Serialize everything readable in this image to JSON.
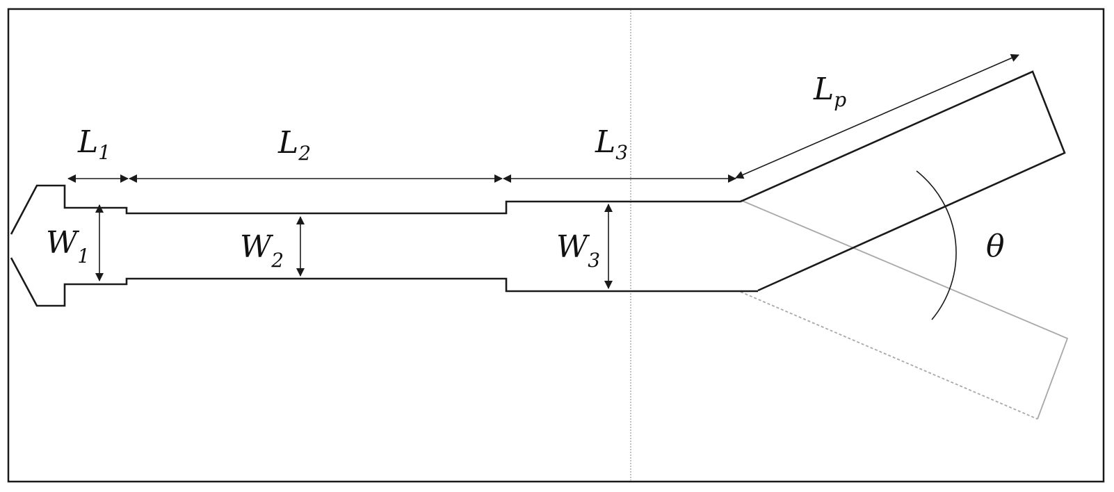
{
  "labels": {
    "L1": {
      "main": "L",
      "sub": "1"
    },
    "L2": {
      "main": "L",
      "sub": "2"
    },
    "L3": {
      "main": "L",
      "sub": "3"
    },
    "Lp": {
      "main": "L",
      "sub": "p"
    },
    "W1": {
      "main": "W",
      "sub": "1"
    },
    "W2": {
      "main": "W",
      "sub": "2"
    },
    "W3": {
      "main": "W",
      "sub": "3"
    },
    "theta": "θ"
  },
  "colors": {
    "outline": "#1a1a1a",
    "ghost": "#a8a8a8",
    "frame": "#1a1a1a"
  }
}
